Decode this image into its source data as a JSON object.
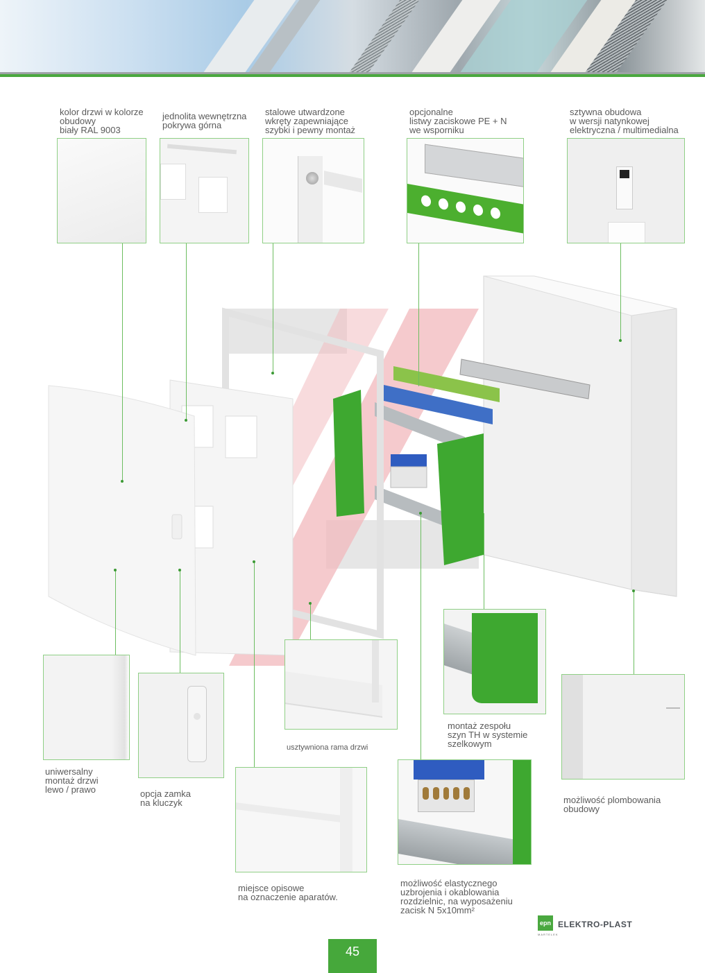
{
  "header": {
    "image": "building-facade-photo"
  },
  "callouts_top": [
    {
      "id": "door-color",
      "text": "kolor drzwi w kolorze\nobudowy\nbiały RAL 9003"
    },
    {
      "id": "inner-cover",
      "text": "jednolita wewnętrzna\npokrywa górna"
    },
    {
      "id": "steel-screws",
      "text": "stalowe utwardzone\nwkręty zapewniające\nszybki i pewny montaż"
    },
    {
      "id": "terminal-strips",
      "text": "opcjonalne\nlistwy zaciskowe PE + N\nwe wsporniku"
    },
    {
      "id": "rigid-housing",
      "text": "sztywna obudowa\nw wersji natynkowej\nelektryczna / multimedialna"
    }
  ],
  "callouts_bottom": [
    {
      "id": "universal-door",
      "text": "uniwersalny\nmontaż drzwi\nlewo / prawo"
    },
    {
      "id": "key-lock",
      "text": "opcja zamka\nna kluczyk"
    },
    {
      "id": "reinforced-frame",
      "text": "usztywniona rama drzwi"
    },
    {
      "id": "rail-assembly",
      "text": "montaż zespołu\nszyn TH w systemie\nszelkowym"
    },
    {
      "id": "sealing",
      "text": "możliwość plombowania\nobudowy"
    },
    {
      "id": "description-area",
      "text": "miejsce opisowe\nna oznaczenie aparatów."
    },
    {
      "id": "flexible-wiring",
      "text": "możliwość elastycznego\nuzbrojenia i okablowania\nrozdzielnic, na wyposażeniu\nzacisk N 5x10mm²"
    }
  ],
  "brand": {
    "logo_mark": "epn",
    "logo_sub": "MARTELEK",
    "name": "ELEKTRO-PLAST",
    "accent": "#46a83b"
  },
  "page": {
    "number": "45"
  },
  "colors": {
    "accent_green": "#46a83b",
    "line_green": "#6cbd60",
    "text_gray": "#5a5a5a",
    "bolt_red": "#f2b8bc"
  }
}
